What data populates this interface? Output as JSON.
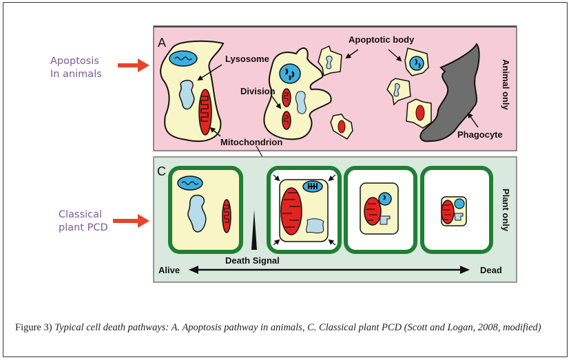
{
  "figure": {
    "panel_a": {
      "letter": "A",
      "side_label_lines": [
        "Apoptosis",
        "In animals"
      ],
      "vertical_label": "Animal only",
      "annotations": {
        "lysosome": "Lysosome",
        "division": "Division",
        "mitochondrion": "Mitochondrion",
        "apoptotic_body": "Apoptotic body",
        "phagocyte": "Phagocyte"
      },
      "background_color": "#f6cdd6"
    },
    "panel_c": {
      "letter": "C",
      "side_label_lines": [
        "Classical",
        "plant PCD"
      ],
      "vertical_label": "Plant only",
      "annotations": {
        "death_signal": "Death Signal",
        "alive": "Alive",
        "dead": "Dead"
      },
      "background_color": "#d9e9de"
    },
    "colors": {
      "side_label": "#7b5a96",
      "red_arrow": "#e8432c",
      "cytoplasm": "#f8f5c6",
      "nucleus": "#3db0e0",
      "lysosome": "#b7dbe8",
      "mitochondrion": "#e3231f",
      "phagocyte": "#6e6e6e",
      "cell_wall": "#1f7f35"
    }
  },
  "caption": {
    "number": "Figure 3)",
    "text": " Typical cell death pathways: A. Apoptosis pathway in animals, C. Classical plant PCD (Scott and Logan, 2008, modified)"
  }
}
